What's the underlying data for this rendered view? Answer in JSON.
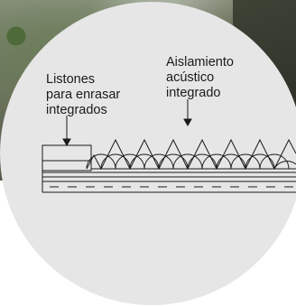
{
  "labels": {
    "battens": [
      "Listones",
      "para enrasar",
      "integrados"
    ],
    "insulation": [
      "Aislamiento",
      "acústico",
      "integrado"
    ]
  },
  "colors": {
    "circle_fill": "#e6e6e6",
    "line": "#1a1a1a",
    "text": "#1a1a1a"
  }
}
